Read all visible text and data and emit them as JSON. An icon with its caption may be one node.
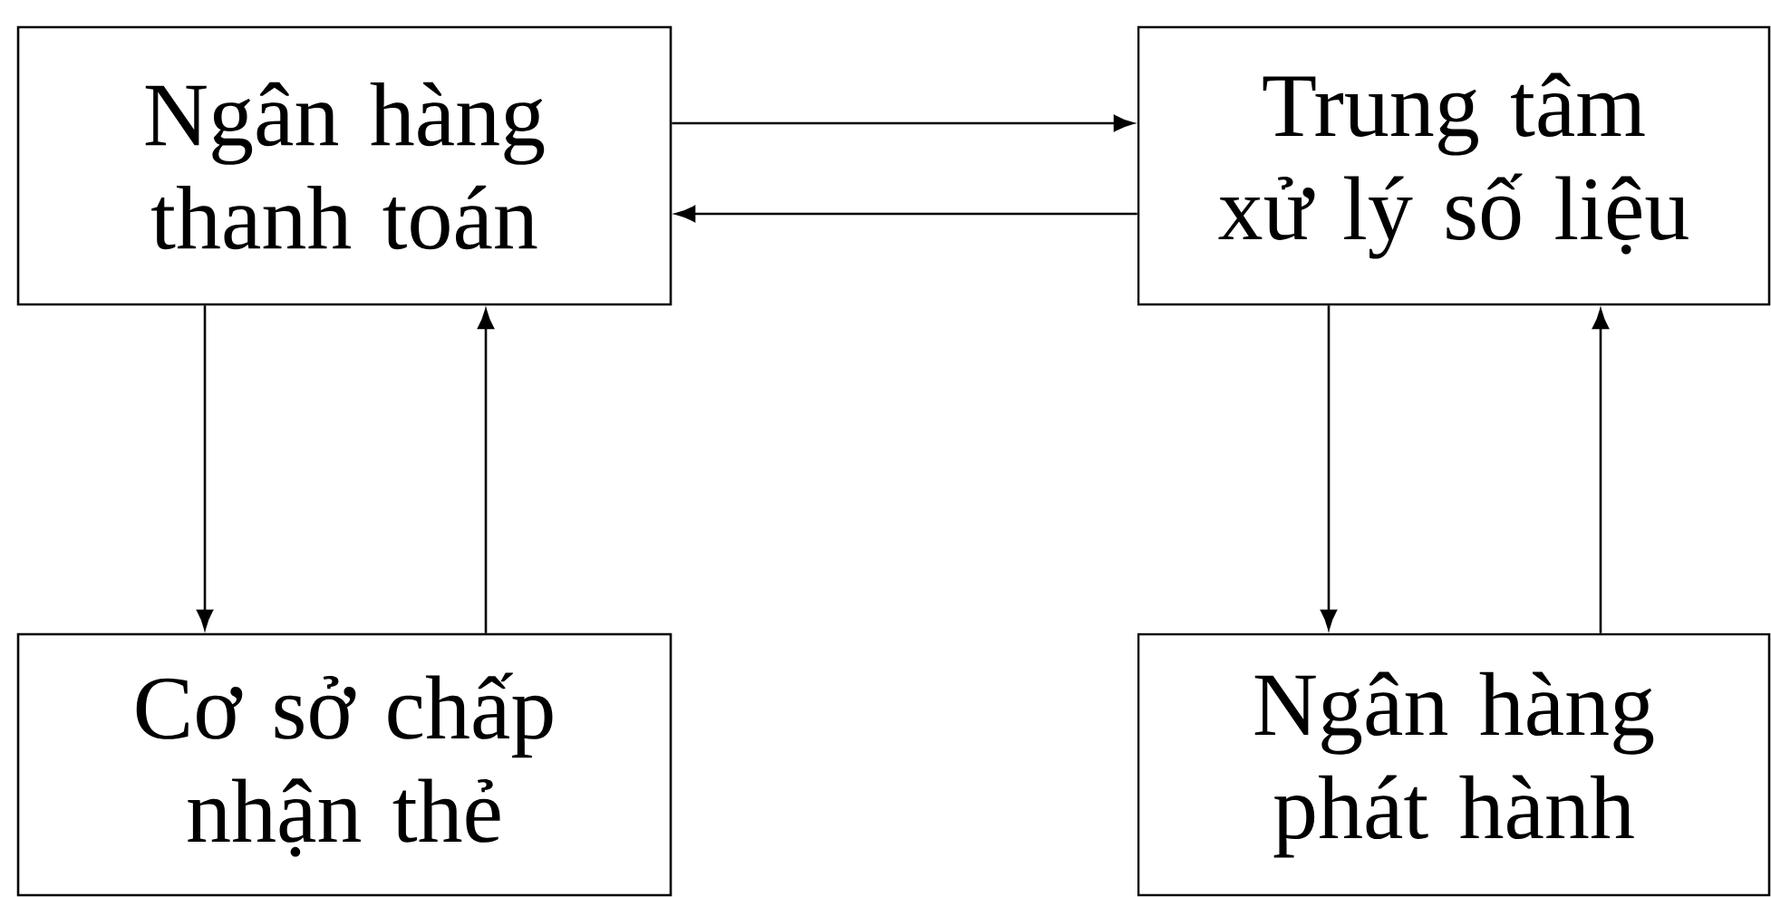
{
  "diagram": {
    "nodes": [
      {
        "text": [
          "Ngân hàng thanh toán"
        ]
      },
      {
        "text": [
          "Trung tâm xử lý số liệu"
        ]
      },
      {
        "text": [
          "Cơ sở chấp nhận thẻ"
        ]
      },
      {
        "text": [
          "Ngân hàng phát hành"
        ]
      }
    ],
    "edges": [
      {
        "from": 0,
        "to": 1,
        "arrow": "to"
      },
      {
        "from": 1,
        "to": 0,
        "arrow": "to"
      },
      {
        "from": 0,
        "to": 2,
        "arrow": "to"
      },
      {
        "from": 2,
        "to": 0,
        "arrow": "to"
      },
      {
        "from": 1,
        "to": 3,
        "arrow": "to"
      },
      {
        "from": 3,
        "to": 1,
        "arrow": "to"
      }
    ]
  }
}
